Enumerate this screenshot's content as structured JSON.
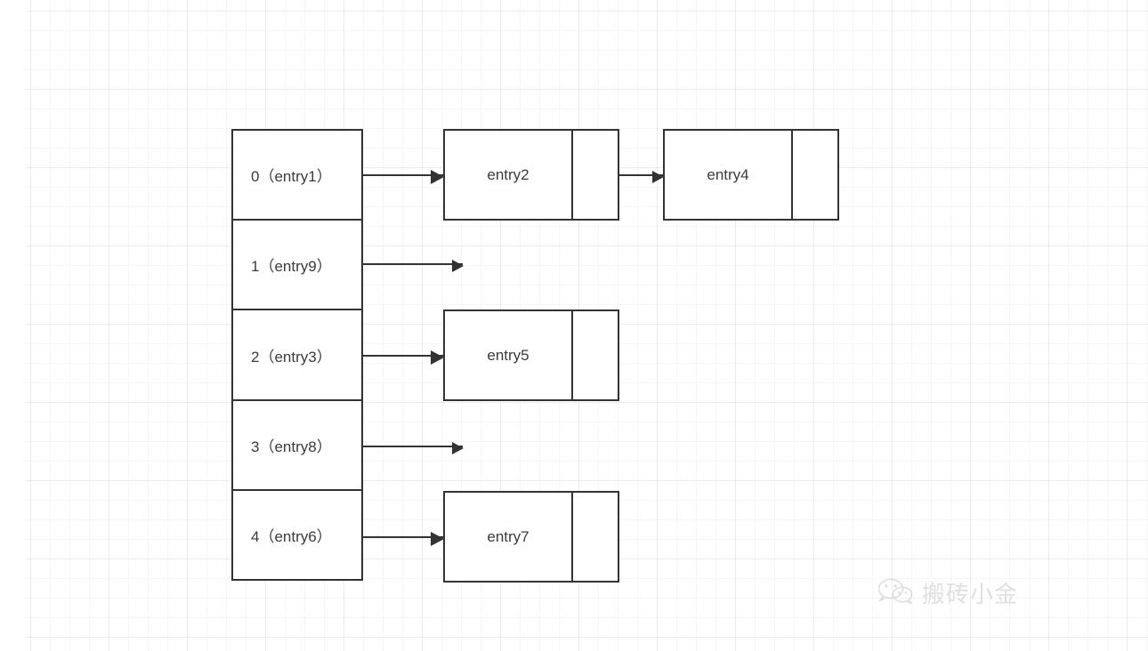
{
  "diagram": {
    "title": "HashMap bucket array with entry chains",
    "colors": {
      "stroke": "#333333",
      "text": "#3b3b3b",
      "background": "#ffffff",
      "grid_minor": "#f6f6f6",
      "grid_major": "#ececed",
      "watermark": "#9a9a9a"
    },
    "array": {
      "slots": [
        {
          "index": "0",
          "label": "0（entry1）"
        },
        {
          "index": "1",
          "label": "1（entry9）"
        },
        {
          "index": "2",
          "label": "2（entry3）"
        },
        {
          "index": "3",
          "label": "3（entry8）"
        },
        {
          "index": "4",
          "label": "4（entry6）"
        }
      ]
    },
    "nodes": [
      {
        "id": "entry2",
        "label": "entry2"
      },
      {
        "id": "entry4",
        "label": "entry4"
      },
      {
        "id": "entry5",
        "label": "entry5"
      },
      {
        "id": "entry7",
        "label": "entry7"
      }
    ],
    "links": [
      {
        "from": "slot-0",
        "to": "entry2",
        "kind": "connected"
      },
      {
        "from": "entry2",
        "to": "entry4",
        "kind": "connected"
      },
      {
        "from": "slot-1",
        "to": null,
        "kind": "dangling"
      },
      {
        "from": "slot-2",
        "to": "entry5",
        "kind": "connected"
      },
      {
        "from": "slot-3",
        "to": null,
        "kind": "dangling"
      },
      {
        "from": "slot-4",
        "to": "entry7",
        "kind": "connected"
      }
    ]
  },
  "watermark": {
    "icon": "wechat-icon",
    "text": "搬砖小金"
  }
}
